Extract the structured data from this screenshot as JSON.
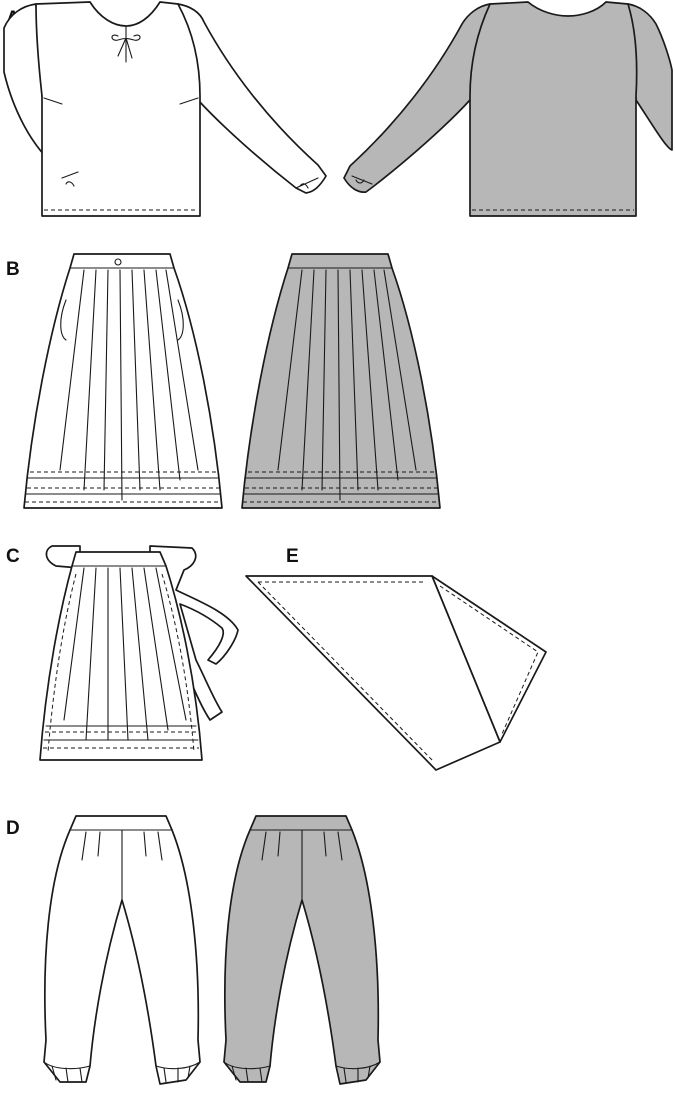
{
  "labels": {
    "a": "A",
    "b": "B",
    "c": "C",
    "d": "D",
    "e": "E"
  },
  "colors": {
    "outline": "#1a1a1a",
    "fill_front": "#ffffff",
    "fill_back": "#b7b7b7"
  }
}
